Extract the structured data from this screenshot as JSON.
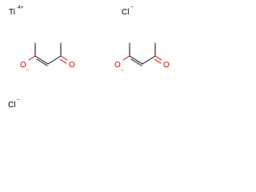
{
  "structure": {
    "titanium": {
      "symbol": "Ti",
      "charge": "4+"
    },
    "chloride_top": {
      "symbol": "Cl",
      "charge": "−"
    },
    "chloride_bottom": {
      "symbol": "Cl",
      "charge": "−"
    },
    "ligand_left": {
      "enolate_o": {
        "symbol": "O",
        "charge": "−"
      },
      "ketone_o": {
        "symbol": "O"
      }
    },
    "ligand_right": {
      "enolate_o": {
        "symbol": "O",
        "charge": "−"
      },
      "ketone_o": {
        "symbol": "O"
      }
    }
  },
  "colors": {
    "bond": "#000000",
    "oxygen": "#d40000",
    "background": "#ffffff"
  }
}
